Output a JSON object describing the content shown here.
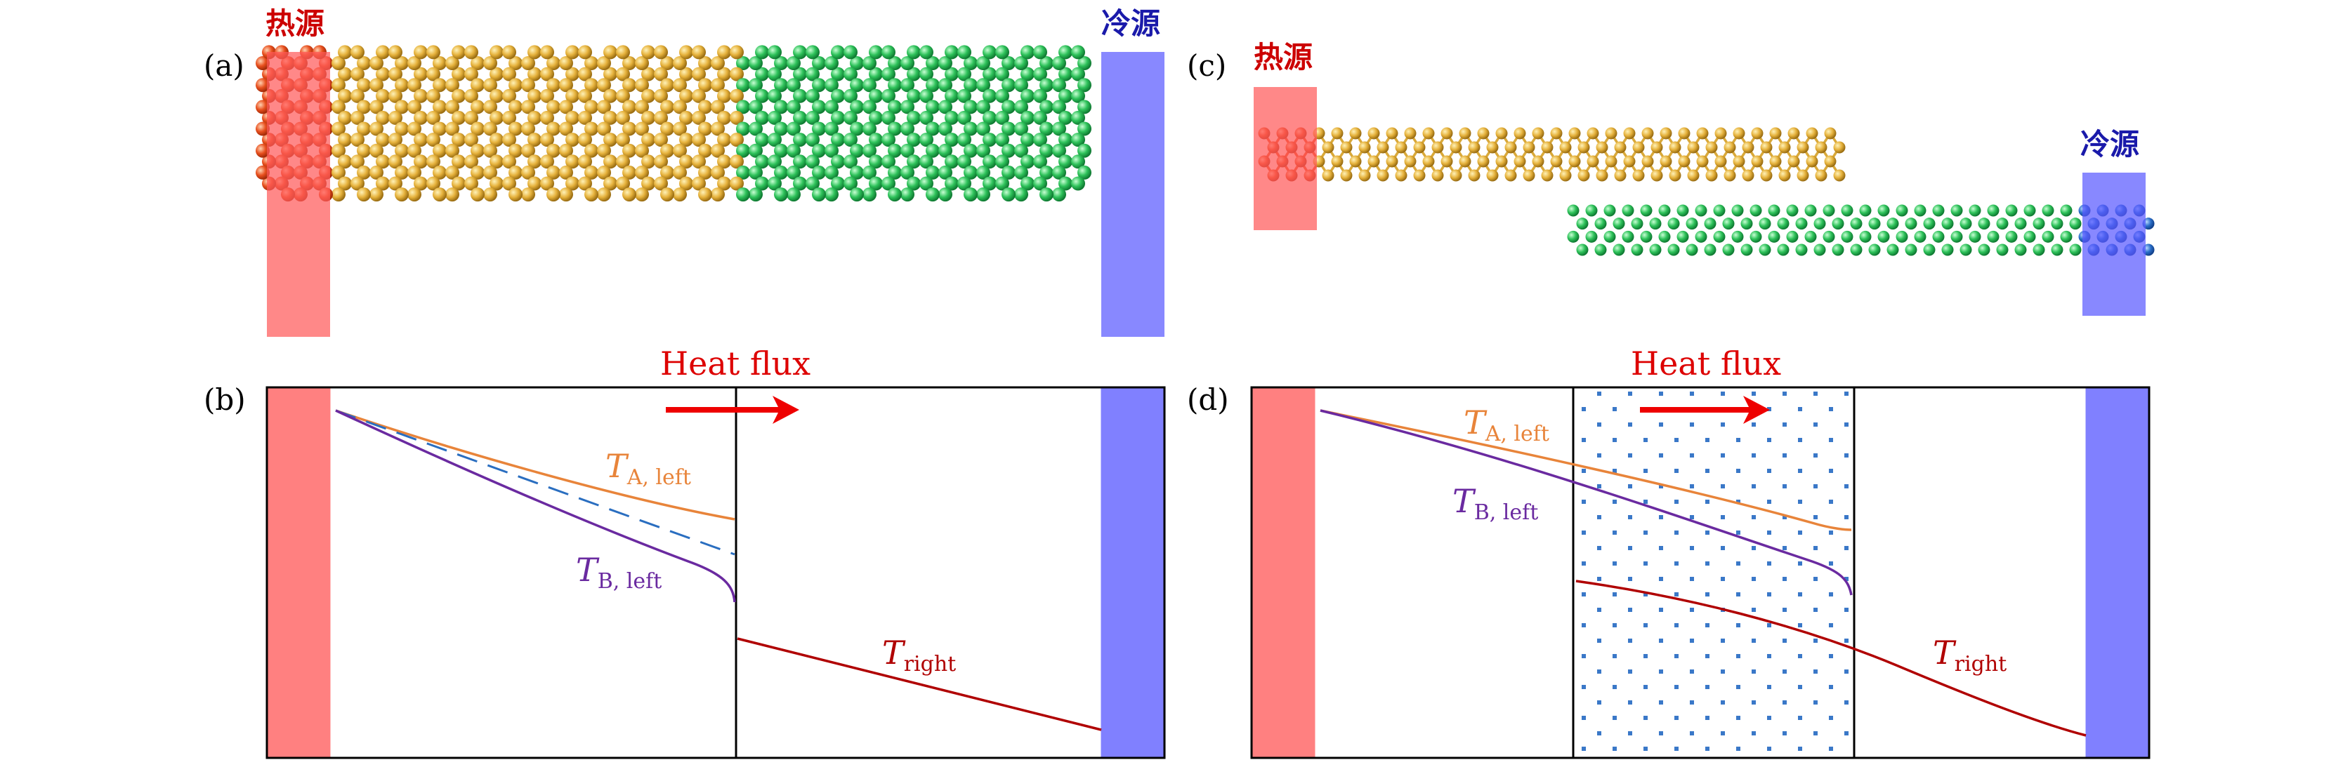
{
  "panels": {
    "a": {
      "label": "(a)",
      "hot_label": "热源",
      "cold_label": "冷源"
    },
    "b": {
      "label": "(b)",
      "flux_label": "Heat flux",
      "t_a_left": {
        "sym": "T",
        "sub": "A, left"
      },
      "t_b_left": {
        "sym": "T",
        "sub": "B, left"
      },
      "t_right": {
        "sym": "T",
        "sub": "right"
      }
    },
    "c": {
      "label": "(c)",
      "hot_label": "热源",
      "cold_label": "冷源"
    },
    "d": {
      "label": "(d)",
      "flux_label": "Heat flux",
      "t_a_left": {
        "sym": "T",
        "sub": "A, left"
      },
      "t_b_left": {
        "sym": "T",
        "sub": "B, left"
      },
      "t_right": {
        "sym": "T",
        "sub": "right"
      }
    }
  },
  "colors": {
    "hot": "#ff8080",
    "cold": "#8080ff",
    "label_red": "#cc0000",
    "label_blue": "#1a1aaa",
    "atom_gold": "#e6b23c",
    "atom_green": "#2ec25a",
    "curve_orange": "#e8843a",
    "curve_purple": "#6a2aa0",
    "curve_red": "#b00000",
    "dashed_blue": "#2a6ec0",
    "arrow_red": "#ee0000"
  }
}
